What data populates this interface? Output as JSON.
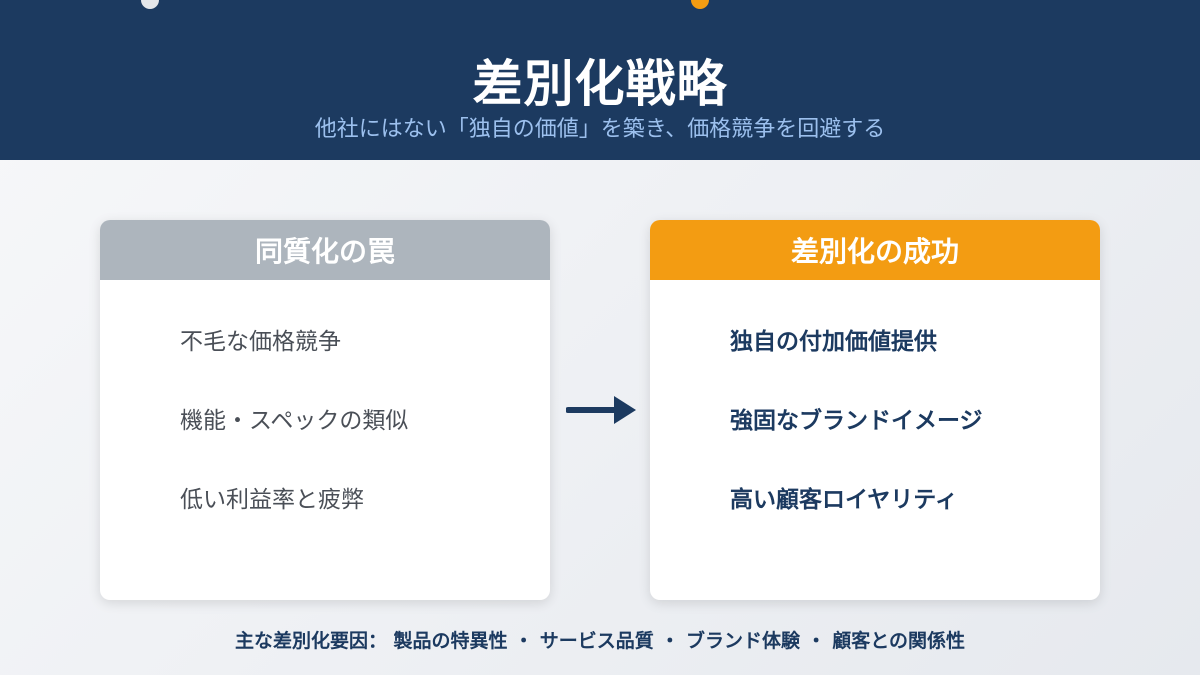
{
  "colors": {
    "navy": "#1c3a60",
    "orange": "#f39c12",
    "gray": "#adb5bd"
  },
  "header": {
    "title": "差別化戦略",
    "subtitle": "他社にはない「独自の価値」を築き、価格競争を回避する"
  },
  "left_card": {
    "title": "同質化の罠",
    "items": [
      "不毛な価格競争",
      "機能・スペックの類似",
      "低い利益率と疲弊"
    ]
  },
  "right_card": {
    "title": "差別化の成功",
    "items": [
      "独自の付加価値提供",
      "強固なブランドイメージ",
      "高い顧客ロイヤリティ"
    ]
  },
  "footer": "主な差別化要因： 製品の特異性 ・ サービス品質 ・ ブランド体験 ・ 顧客との関係性"
}
